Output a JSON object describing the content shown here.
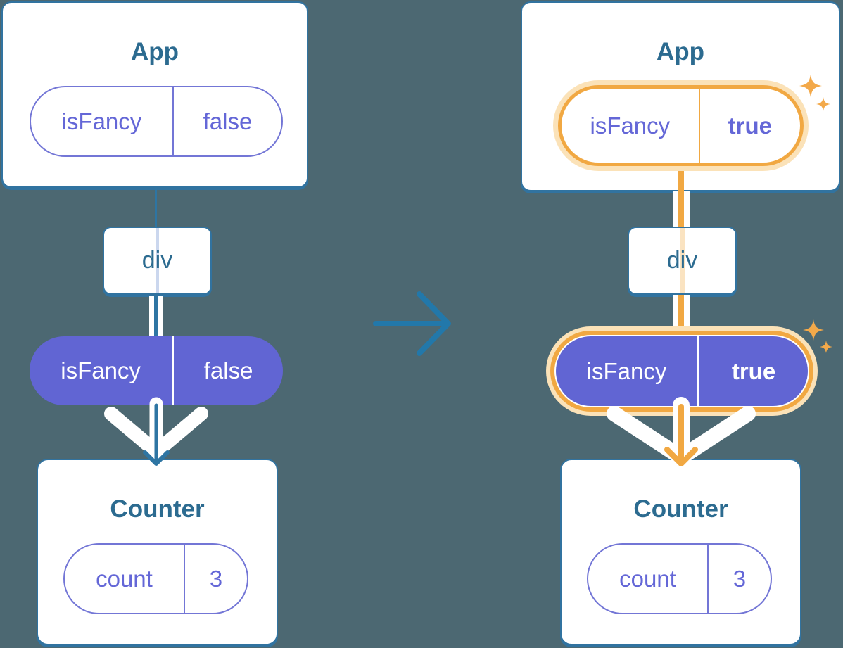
{
  "diagram": {
    "before": {
      "app": {
        "title": "App",
        "prop": {
          "name": "isFancy",
          "value": "false"
        }
      },
      "container": {
        "title": "div"
      },
      "passed_prop": {
        "name": "isFancy",
        "value": "false"
      },
      "counter": {
        "title": "Counter",
        "state": {
          "name": "count",
          "value": "3"
        }
      }
    },
    "after": {
      "app": {
        "title": "App",
        "prop": {
          "name": "isFancy",
          "value": "true"
        }
      },
      "container": {
        "title": "div"
      },
      "passed_prop": {
        "name": "isFancy",
        "value": "true"
      },
      "counter": {
        "title": "Counter",
        "state": {
          "name": "count",
          "value": "3"
        }
      }
    },
    "icons": {
      "transition": "right-arrow-icon",
      "highlight": "sparkles-icon",
      "flow": "down-chevron-arrow-icon"
    }
  },
  "colors": {
    "background": "#4C6872",
    "card_border": "#3173A0",
    "heading_text": "#2C6B90",
    "purple_fill": "#6165D3",
    "purple_text": "#6467D7",
    "purple_border": "#7376D6",
    "steel_line": "#2E75A3",
    "arrow_blue": "#2278AA",
    "orange": "#F1A842",
    "orange_pale": "#FBE2B8",
    "sparkle": "#F3A94A",
    "pale_blue_line": "#CBD7EE",
    "pale_orange_line": "#FAE3C1"
  }
}
